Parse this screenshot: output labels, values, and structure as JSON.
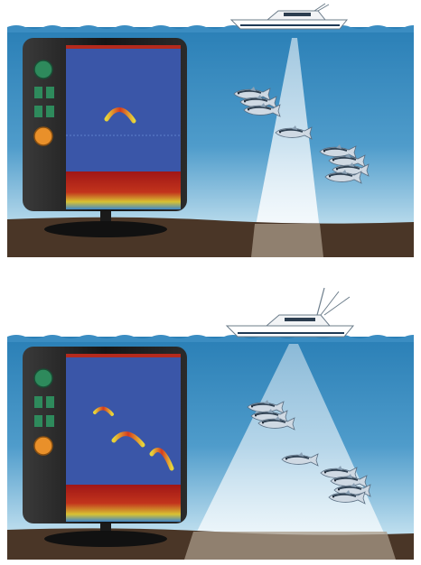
{
  "panels": [
    {
      "id": "narrow-beam",
      "beam": "narrow",
      "fish_schools": 3,
      "sonar_arches_on_display": 1
    },
    {
      "id": "wide-beam",
      "beam": "wide",
      "fish_schools": 3,
      "sonar_arches_on_display": 3
    }
  ],
  "colors": {
    "sky": "#ffffff",
    "water_top": "#2e84b8",
    "water_bottom": "#a9d0e6",
    "seabed": "#4a3627",
    "beam": "#ffffff",
    "screen": "#3a56a8",
    "screen_bottom_return": "#9c1a1a",
    "monitor_bezel": "#1c1c1c",
    "button_green": "#2e8a5c",
    "button_orange": "#e9902a"
  },
  "icons": [
    "boat-icon",
    "fish-icon",
    "fishfinder-monitor-icon"
  ]
}
